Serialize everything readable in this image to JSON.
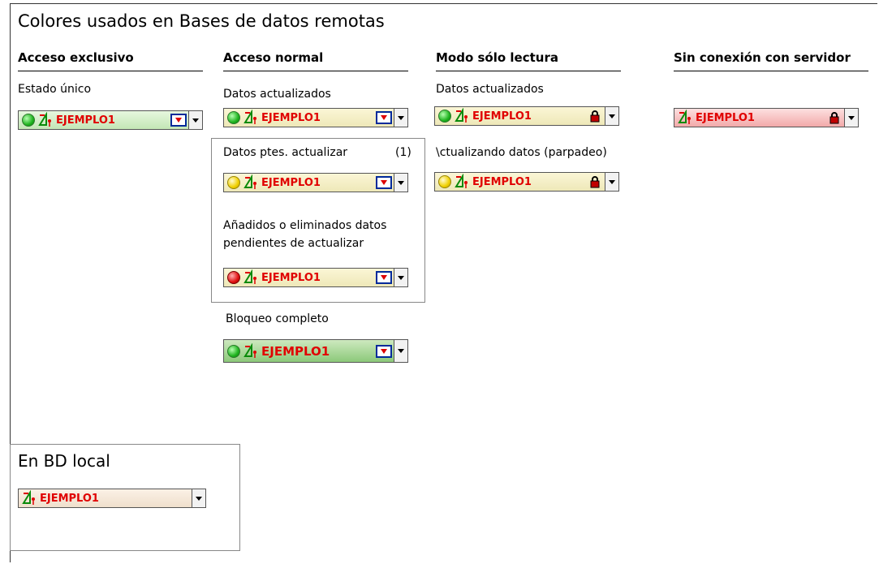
{
  "title": "Colores usados en Bases de datos remotas",
  "columns": {
    "exclusive": "Acceso exclusivo",
    "normal": "Acceso normal",
    "readonly": "Modo sólo lectura",
    "offline": "Sin conexión con servidor"
  },
  "labels": {
    "estado_unico": "Estado único",
    "normal_actualizados": "Datos actualizados",
    "ptes_actualizar": "Datos ptes. actualizar",
    "ptes_note": "(1)",
    "anadidos_line1": "Añadidos o eliminados datos",
    "anadidos_line2": "pendientes de actualizar",
    "bloqueo": "Bloqueo completo",
    "ro_actualizados": "Datos actualizados",
    "ro_actualizando": "\\ctualizando datos (parpadeo)"
  },
  "control_name": "EJEMPLO1",
  "local": {
    "title": "En BD local"
  },
  "colors": {
    "green_status": "#1fb31f",
    "yellow_status": "#f0d000",
    "red_status": "#e01010",
    "name_red": "#e00000"
  },
  "icons": {
    "status": "status-dot-icon",
    "db": "database-logo-icon",
    "update": "update-arrow-icon",
    "lock": "lock-icon",
    "dropdown": "chevron-down-icon"
  }
}
